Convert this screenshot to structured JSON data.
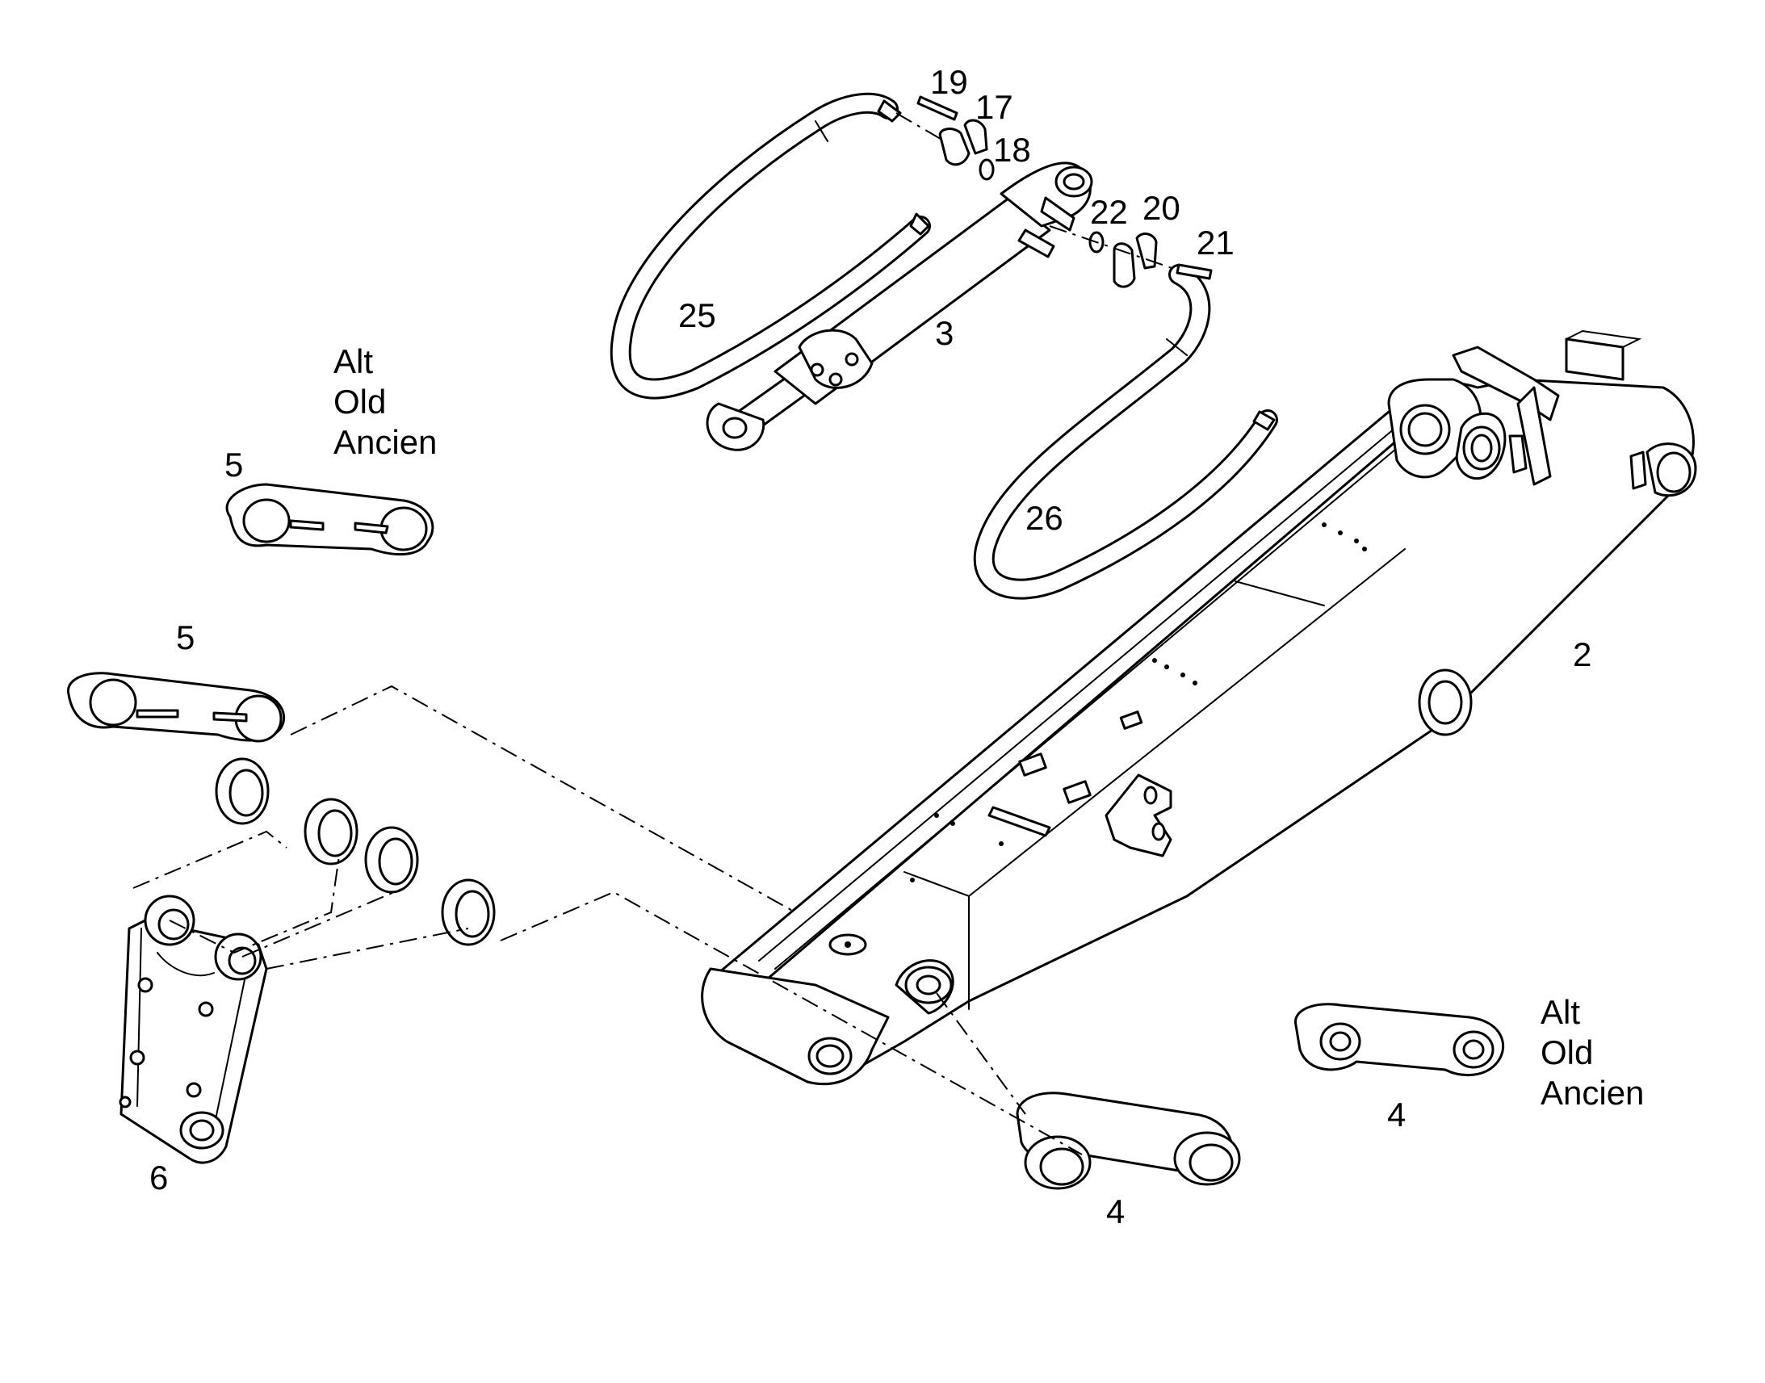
{
  "callouts": {
    "c19": "19",
    "c17": "17",
    "c18": "18",
    "c22": "22",
    "c20": "20",
    "c21": "21",
    "c25": "25",
    "c3": "3",
    "c26": "26",
    "c2": "2",
    "c5_alt": "5",
    "c5": "5",
    "c6": "6",
    "c4_main": "4",
    "c4_alt": "4"
  },
  "alt_note_left": {
    "line1": "Alt",
    "line2": "Old",
    "line3": "Ancien"
  },
  "alt_note_right": {
    "line1": "Alt",
    "line2": "Old",
    "line3": "Ancien"
  }
}
